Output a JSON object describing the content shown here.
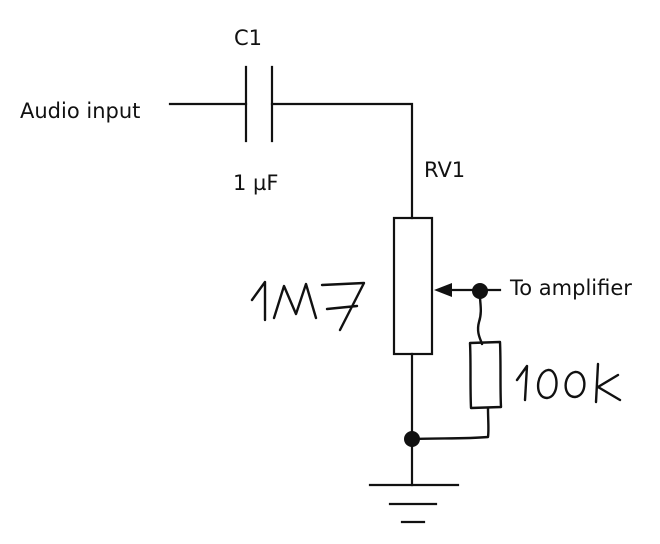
{
  "labels": {
    "audio_input": "Audio input",
    "c1_ref": "C1",
    "c1_value": "1 µF",
    "rv1_ref": "RV1",
    "to_amplifier": "To amplifier"
  },
  "handwritten": {
    "pot_value": "1M7",
    "resistor_value": "100k"
  },
  "colors": {
    "ink": "#111111",
    "background": "#ffffff"
  }
}
